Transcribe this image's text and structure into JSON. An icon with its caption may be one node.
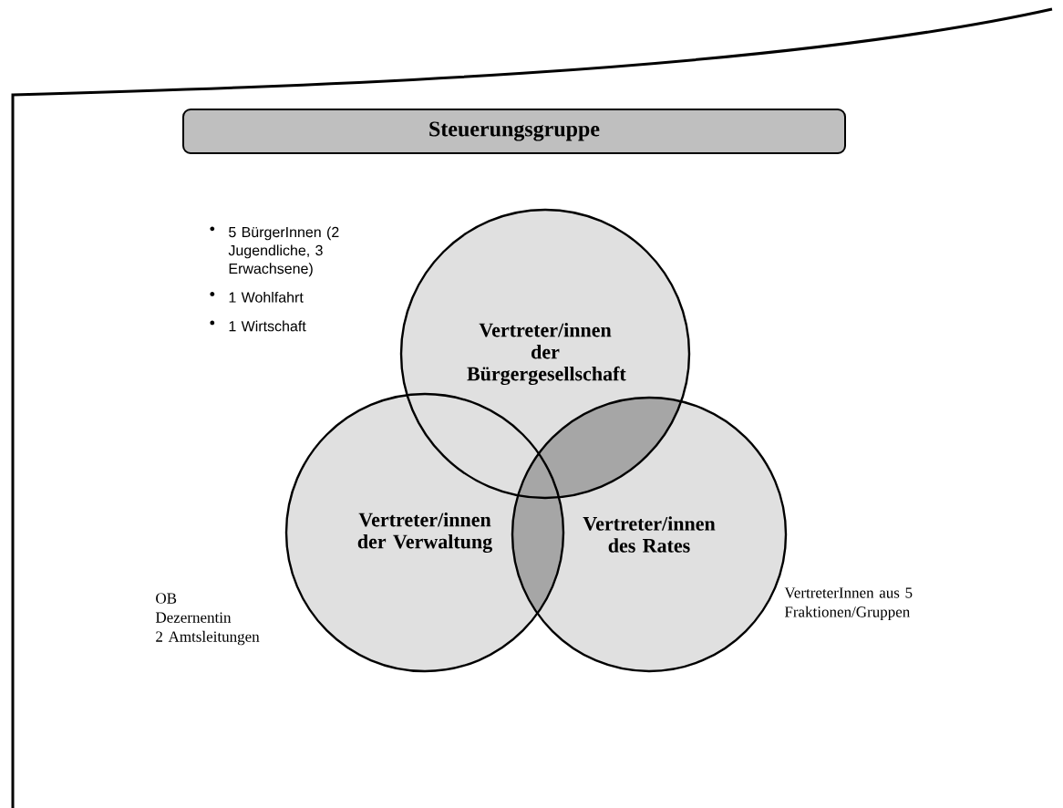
{
  "diagram": {
    "nodes": [
      {
        "text": [
          "Steuerungsgruppe"
        ]
      },
      {
        "text": [
          "Vertreter/innen der Bürgergesellschaft"
        ],
        "beside": [
          "5 BürgerInnen (2 Jugendliche, 3 Erwachsene)",
          "1 Wohlfahrt",
          "1 Wirtschaft"
        ]
      },
      {
        "text": [
          "Vertreter/innen der Verwaltung"
        ],
        "beside": [
          "OB",
          "Dezernentin",
          "2 Amtsleitungen"
        ]
      },
      {
        "text": [
          "Vertreter/innen des Rates"
        ],
        "beside": [
          "VertreterInnen aus 5 Fraktionen/Gruppen"
        ]
      }
    ]
  }
}
